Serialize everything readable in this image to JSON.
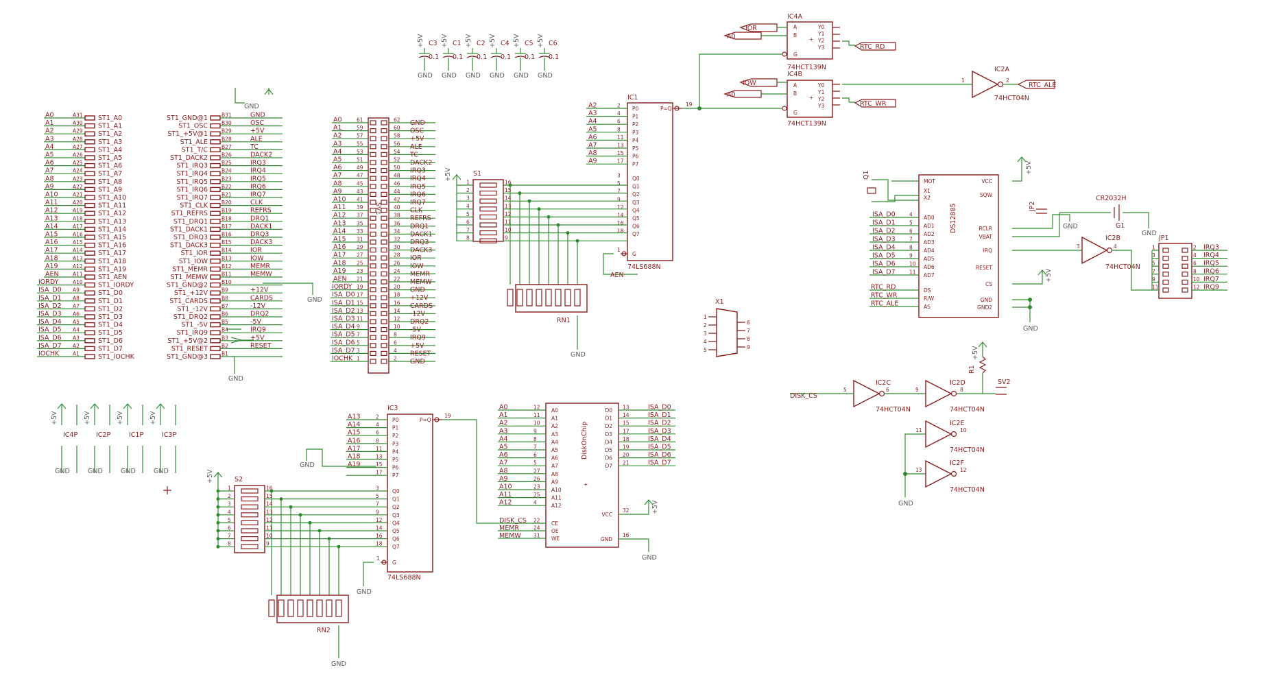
{
  "parts": {
    "ic4a": {
      "name": "IC4A",
      "value": "74HCT139N",
      "pins": [
        "A",
        "B",
        "G",
        "Y0",
        "Y1",
        "Y2",
        "Y3"
      ]
    },
    "ic4b": {
      "name": "IC4B",
      "value": "74HCT139N",
      "pins": [
        "A",
        "B",
        "G",
        "Y0",
        "Y1",
        "Y2",
        "Y3"
      ]
    },
    "ic2a": {
      "name": "IC2A",
      "value": "74HCT04N"
    },
    "ic1": {
      "name": "IC1",
      "value": "74LS688N",
      "pins": [
        "P0",
        "P1",
        "P2",
        "P3",
        "P4",
        "P5",
        "P6",
        "P7",
        "Q0",
        "Q1",
        "Q2",
        "Q3",
        "Q4",
        "Q5",
        "Q6",
        "Q7",
        "G",
        "P=Q"
      ]
    },
    "ic3": {
      "name": "IC3",
      "value": "74LS688N",
      "pins": [
        "P0",
        "P1",
        "P2",
        "P3",
        "P4",
        "P5",
        "P6",
        "P7",
        "Q0",
        "Q1",
        "Q2",
        "Q3",
        "Q4",
        "Q5",
        "Q6",
        "Q7",
        "G",
        "P=Q"
      ]
    },
    "rtc": {
      "name": "DS12885",
      "pins_left": [
        "MOT",
        "X1",
        "X2",
        "AD0",
        "AD1",
        "AD2",
        "AD3",
        "AD4",
        "AD5",
        "AD6",
        "AD7",
        "DS",
        "R/W",
        "AS"
      ],
      "pins_right": [
        "VCC",
        "SQW",
        "RCLR",
        "VBAT",
        "IRQ",
        "RESET",
        "CS",
        "GND",
        "GND2"
      ]
    },
    "doc": {
      "name": "DiskOnChip",
      "pins_left": [
        "A0",
        "A1",
        "A2",
        "A3",
        "A4",
        "A5",
        "A6",
        "A7",
        "A8",
        "A9",
        "A10",
        "A11",
        "A12",
        "CE",
        "OE",
        "WE"
      ],
      "pins_right": [
        "D0",
        "D1",
        "D2",
        "D3",
        "D4",
        "D5",
        "D6",
        "D7",
        "VCC",
        "GND"
      ]
    },
    "ic2b": {
      "name": "IC2B",
      "value": "74HCT04N"
    },
    "ic2c": {
      "name": "IC2C",
      "value": "74HCT04N"
    },
    "ic2d": {
      "name": "IC2D",
      "value": "74HCT04N"
    },
    "ic2e": {
      "name": "IC2E",
      "value": "74HCT04N"
    },
    "ic2f": {
      "name": "IC2F",
      "value": "74HCT04N"
    },
    "s1": {
      "name": "S1"
    },
    "s2": {
      "name": "S2"
    },
    "rn1": {
      "name": "RN1"
    },
    "rn2": {
      "name": "RN2"
    },
    "jp1": {
      "name": "JP1"
    },
    "jp2": {
      "name": "JP2"
    },
    "x1": {
      "name": "X1"
    },
    "q1": {
      "name": "Q1"
    },
    "g1": {
      "name": "G1",
      "value": "CR2032H"
    },
    "r1": {
      "name": "R1"
    },
    "sv1": {
      "name": "SV1"
    },
    "sv2": {
      "name": "SV2"
    }
  },
  "labels": {
    "a0": "A0",
    "ior": "IOR",
    "iow": "IOW",
    "rtc_rd": "RTC_RD",
    "rtc_wr": "RTC_WR",
    "rtc_ale": "RTC_ALE",
    "aen": "AEN",
    "disk_cs": "DISK_CS",
    "memr": "MEMR",
    "memw": "MEMW",
    "gnd": "GND",
    "vcc5": "+5V"
  },
  "caps": [
    {
      "name": "C3",
      "value": "0.1"
    },
    {
      "name": "C1",
      "value": "0.1"
    },
    {
      "name": "C2",
      "value": "0.1"
    },
    {
      "name": "C4",
      "value": "0.1"
    },
    {
      "name": "C5",
      "value": "0.1"
    },
    {
      "name": "C6",
      "value": "0.1"
    }
  ],
  "power_parts": [
    "IC4P",
    "IC2P",
    "IC1P",
    "IC3P"
  ],
  "isa_a": {
    "nets": [
      "A0",
      "A1",
      "A2",
      "A3",
      "A4",
      "A5",
      "A6",
      "A7",
      "A8",
      "A9",
      "A10",
      "A11",
      "A12",
      "A13",
      "A14",
      "A15",
      "A16",
      "A17",
      "A18",
      "A19",
      "AEN",
      "IORDY",
      "ISA_D0",
      "ISA_D1",
      "ISA_D2",
      "ISA_D3",
      "ISA_D4",
      "ISA_D5",
      "ISA_D6",
      "ISA_D7",
      "IOCHK"
    ],
    "pins": [
      "A31",
      "A30",
      "A29",
      "A28",
      "A27",
      "A26",
      "A25",
      "A24",
      "A23",
      "A22",
      "A21",
      "A20",
      "A19",
      "A18",
      "A17",
      "A16",
      "A15",
      "A14",
      "A13",
      "A12",
      "A11",
      "A10",
      "A9",
      "A8",
      "A7",
      "A6",
      "A5",
      "A4",
      "A3",
      "A2",
      "A1"
    ],
    "names": [
      "ST1_A0",
      "ST1_A1",
      "ST1_A2",
      "ST1_A3",
      "ST1_A4",
      "ST1_A5",
      "ST1_A6",
      "ST1_A7",
      "ST1_A8",
      "ST1_A9",
      "ST1_A10",
      "ST1_A11",
      "ST1_A12",
      "ST1_A13",
      "ST1_A14",
      "ST1_A15",
      "ST1_A16",
      "ST1_A17",
      "ST1_A18",
      "ST1_A19",
      "ST1_AEN",
      "ST1_IORDY",
      "ST1_D0",
      "ST1_D1",
      "ST1_D2",
      "ST1_D3",
      "ST1_D4",
      "ST1_D5",
      "ST1_D6",
      "ST1_D7",
      "ST1_IOCHK"
    ]
  },
  "isa_b": {
    "names": [
      "ST1_GND@1",
      "ST1_OSC",
      "ST1_+5V@1",
      "ST1_ALE",
      "ST1_T/C",
      "ST1_DACK2",
      "ST1_IRQ3",
      "ST1_IRQ4",
      "ST1_IRQ5",
      "ST1_IRQ6",
      "ST1_IRQ7",
      "ST1_CLK",
      "ST1_REFRS",
      "ST1_DRQ1",
      "ST1_DACK1",
      "ST1_DRQ3",
      "ST1_DACK3",
      "ST1_IOR",
      "ST1_IOW",
      "ST1_MEMR",
      "ST1_MEMW",
      "ST1_GND@2",
      "ST1_+12V",
      "ST1_CARDS",
      "ST1_-12V",
      "ST1_DRQ2",
      "ST1_-5V",
      "ST1_IRQ9",
      "ST1_+5V@2",
      "ST1_RESET",
      "ST1_GND@3"
    ],
    "pins": [
      "B31",
      "B30",
      "B29",
      "B28",
      "B27",
      "B26",
      "B25",
      "B24",
      "B23",
      "B22",
      "B21",
      "B20",
      "B19",
      "B18",
      "B17",
      "B16",
      "B15",
      "B14",
      "B13",
      "B12",
      "B11",
      "B10",
      "B9",
      "B8",
      "B7",
      "B6",
      "B5",
      "B4",
      "B3",
      "B2",
      "B1"
    ],
    "nets": [
      "GND",
      "OSC",
      "+5V",
      "ALE",
      "TC",
      "DACK2",
      "IRQ3",
      "IRQ4",
      "IRQ5",
      "IRQ6",
      "IRQ7",
      "CLK",
      "REFRS",
      "DRQ1",
      "DACK1",
      "DRQ3",
      "DACK3",
      "IOR",
      "IOW",
      "MEMR",
      "MEMW",
      "GND",
      "+12V",
      "CARDS",
      "-12V",
      "DRQ2",
      "-5V",
      "IRQ9",
      "+5V",
      "RESET",
      "GND"
    ]
  },
  "sv1_left": {
    "nets": [
      "A0",
      "A1",
      "A2",
      "A3",
      "A4",
      "A5",
      "A6",
      "A7",
      "A8",
      "A9",
      "A10",
      "A11",
      "A12",
      "A13",
      "A14",
      "A15",
      "A16",
      "A17",
      "A18",
      "A19",
      "AEN",
      "IORDY",
      "ISA_D0",
      "ISA_D1",
      "ISA_D2",
      "ISA_D3",
      "ISA_D4",
      "ISA_D5",
      "ISA_D6",
      "ISA_D7",
      "IOCHK"
    ],
    "pins": [
      "61",
      "59",
      "57",
      "55",
      "53",
      "51",
      "49",
      "47",
      "45",
      "43",
      "41",
      "39",
      "37",
      "35",
      "33",
      "31",
      "29",
      "27",
      "25",
      "23",
      "21",
      "19",
      "17",
      "15",
      "13",
      "11",
      "9",
      "7",
      "5",
      "3",
      "1"
    ]
  },
  "sv1_right": {
    "pins": [
      "62",
      "60",
      "58",
      "56",
      "54",
      "52",
      "50",
      "48",
      "46",
      "44",
      "42",
      "40",
      "38",
      "36",
      "34",
      "32",
      "30",
      "28",
      "26",
      "24",
      "22",
      "20",
      "18",
      "16",
      "14",
      "12",
      "10",
      "8",
      "6",
      "4",
      "2"
    ],
    "nets": [
      "GND",
      "OSC",
      "+5V",
      "ALE",
      "TC",
      "DACK2",
      "IRQ3",
      "IRQ4",
      "IRQ5",
      "IRQ6",
      "IRQ7",
      "CLK",
      "REFRS",
      "DRQ1",
      "DACK1",
      "DRQ3",
      "DACK3",
      "IOR",
      "IOW",
      "MEMR",
      "MEMW",
      "GND",
      "+12V",
      "CARDS",
      "-12V",
      "DRQ2",
      "-5V",
      "IRQ9",
      "+5V",
      "RESET",
      "GND"
    ]
  },
  "ic1_p_nets": [
    "A2",
    "A3",
    "A4",
    "A5",
    "A6",
    "A7",
    "A8",
    "A9"
  ],
  "ic1_p_pins": [
    "2",
    "4",
    "6",
    "8",
    "11",
    "13",
    "15",
    "17"
  ],
  "ic1_q_pins": [
    "3",
    "5",
    "7",
    "9",
    "12",
    "14",
    "16",
    "18"
  ],
  "ic3_p_nets": [
    "A13",
    "A14",
    "A15",
    "A16",
    "A17",
    "A18",
    "A19",
    ""
  ],
  "ic3_p_pins": [
    "2",
    "4",
    "6",
    "8",
    "11",
    "13",
    "15",
    "17"
  ],
  "ic3_q_pins": [
    "3",
    "5",
    "7",
    "9",
    "12",
    "14",
    "16",
    "18"
  ],
  "doc_a_nets": [
    "A0",
    "A1",
    "A2",
    "A3",
    "A4",
    "A5",
    "A6",
    "A7",
    "A8",
    "A9",
    "A10",
    "A11",
    "A12"
  ],
  "doc_a_pins": [
    "12",
    "11",
    "10",
    "9",
    "8",
    "7",
    "6",
    "5",
    "27",
    "26",
    "23",
    "25",
    "4"
  ],
  "doc_d_pins": [
    "13",
    "14",
    "15",
    "17",
    "18",
    "19",
    "20",
    "21"
  ],
  "doc_d_nets": [
    "ISA_D0",
    "ISA_D1",
    "ISA_D2",
    "ISA_D3",
    "ISA_D4",
    "ISA_D5",
    "ISA_D6",
    "ISA_D7"
  ],
  "rtc_ad_nets": [
    "ISA_D0",
    "ISA_D1",
    "ISA_D2",
    "ISA_D3",
    "ISA_D4",
    "ISA_D5",
    "ISA_D6",
    "ISA_D7"
  ],
  "rtc_ad_pins": [
    "4",
    "5",
    "6",
    "7",
    "8",
    "9",
    "10",
    "11"
  ],
  "jp1_nets": [
    "IRQ3",
    "IRQ4",
    "IRQ5",
    "IRQ6",
    "IRQ7",
    "IRQ9"
  ]
}
